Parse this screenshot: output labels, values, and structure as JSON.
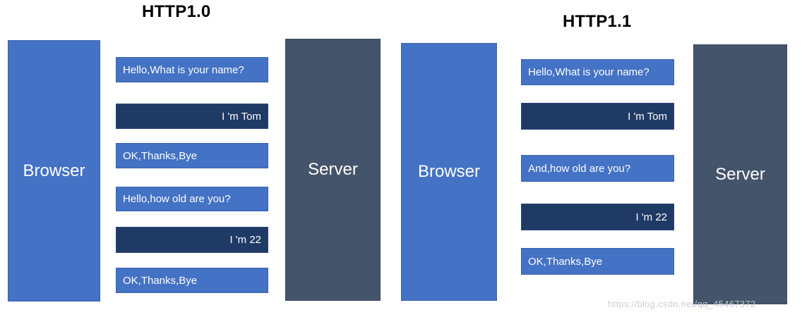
{
  "watermark": "https://blog.csdn.net/qq_45467372",
  "colors": {
    "canvas_bg": "#ffffff",
    "title_text": "#000000",
    "browser_box": "#4472C4",
    "server_box": "#44546A",
    "request_msg": "#4472C4",
    "response_msg": "#203A66",
    "message_text": "#ffffff",
    "watermark_text": "#c7cdd5"
  },
  "panels": [
    {
      "title": "HTTP1.0",
      "browser_label": "Browser",
      "server_label": "Server",
      "messages": [
        {
          "text": "Hello,What is your name?",
          "from": "browser"
        },
        {
          "text": "I 'm Tom",
          "from": "server"
        },
        {
          "text": "OK,Thanks,Bye",
          "from": "browser"
        },
        {
          "text": "Hello,how old are you?",
          "from": "browser"
        },
        {
          "text": "I 'm 22",
          "from": "server"
        },
        {
          "text": "OK,Thanks,Bye",
          "from": "browser"
        }
      ]
    },
    {
      "title": "HTTP1.1",
      "browser_label": "Browser",
      "server_label": "Server",
      "messages": [
        {
          "text": "Hello,What is your name?",
          "from": "browser"
        },
        {
          "text": "I 'm Tom",
          "from": "server"
        },
        {
          "text": "And,how old are you?",
          "from": "browser"
        },
        {
          "text": "I 'm 22",
          "from": "server"
        },
        {
          "text": "OK,Thanks,Bye",
          "from": "browser"
        }
      ]
    }
  ]
}
